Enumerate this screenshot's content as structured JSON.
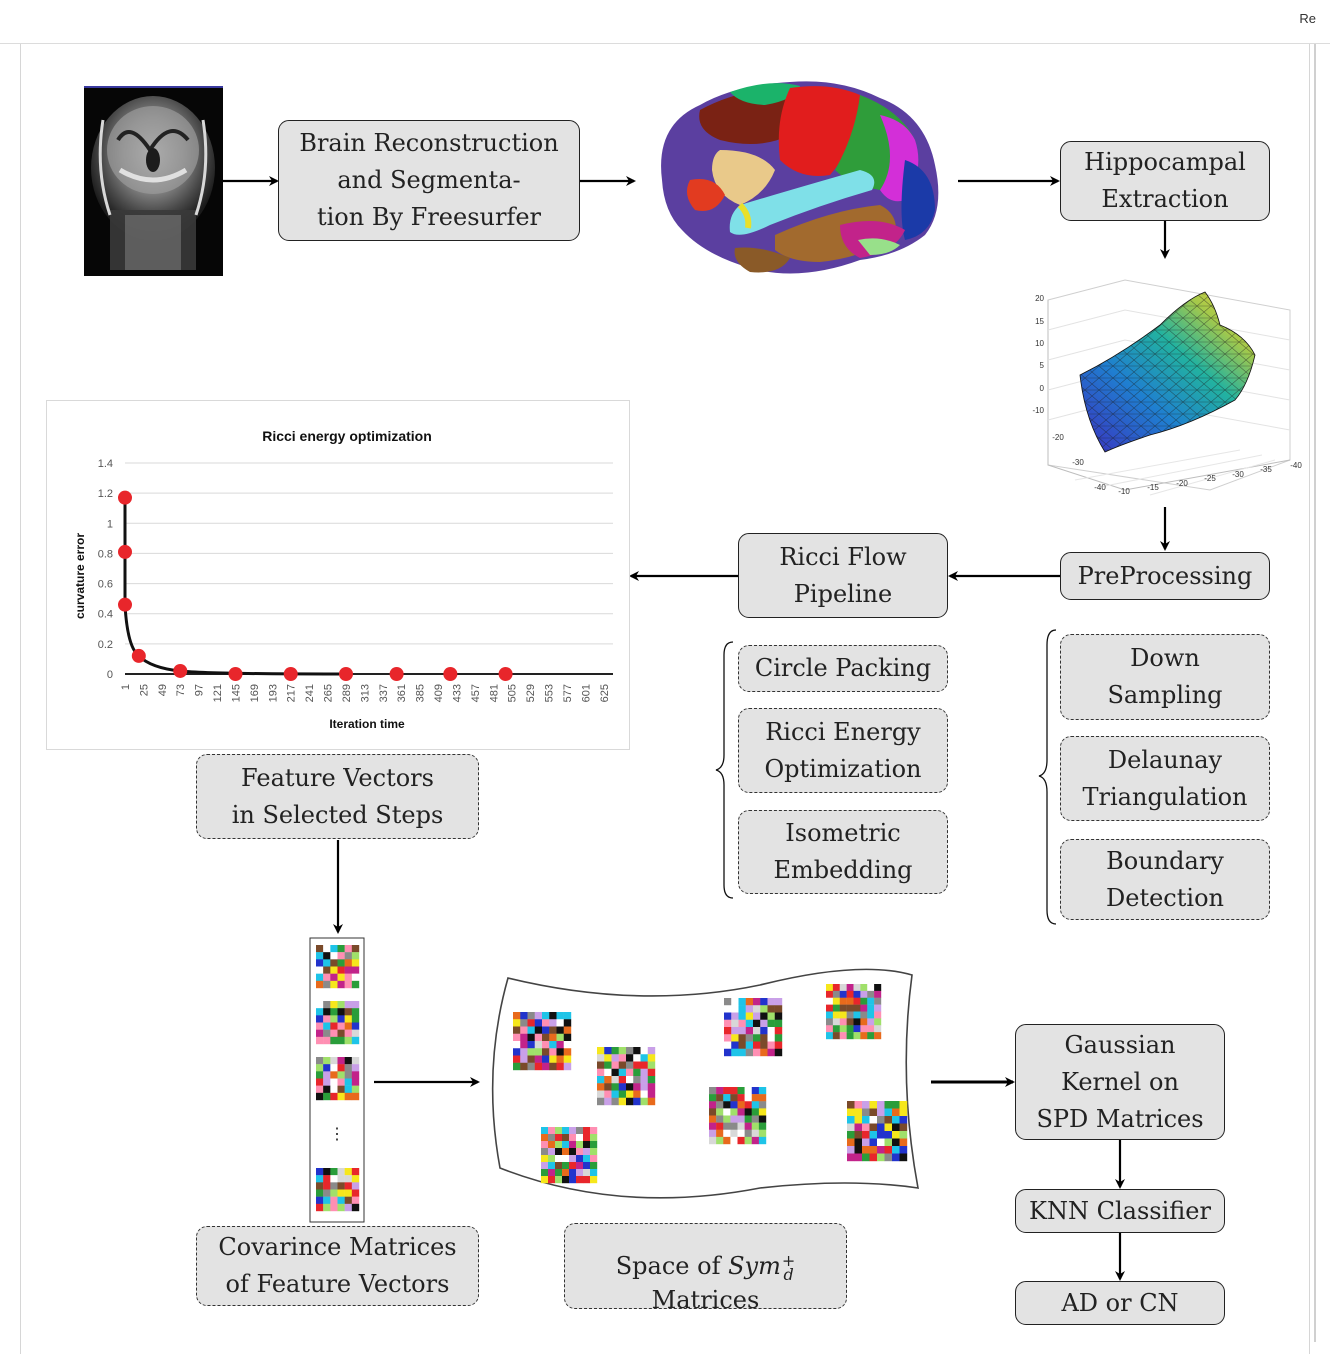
{
  "topbar": {
    "right_text": "Re"
  },
  "boxes": {
    "brain_reconstruction": "Brain Reconstruction\nand Segmenta-\ntion By Freesurfer",
    "hippocampal_extraction": "Hippocampal\nExtraction",
    "preprocessing": "PreProcessing",
    "ricci_flow_pipeline": "Ricci Flow\nPipeline",
    "circle_packing": "Circle Packing",
    "ricci_energy_optimization": "Ricci Energy\nOptimization",
    "isometric_embedding": "Isometric\nEmbedding",
    "down_sampling": "Down\nSampling",
    "delaunay_triangulation": "Delaunay\nTriangulation",
    "boundary_detection": "Boundary\nDetection",
    "feature_vectors": "Feature Vectors\nin Selected Steps",
    "covariance_matrices": "Covarince Matrices\nof Feature Vectors",
    "space_of_sym_prefix": "Space of ",
    "space_of_sym_symbol": "Sym",
    "space_of_sym_sup": "+",
    "space_of_sym_sub": "d",
    "space_of_sym_suffix": "Matrices",
    "gaussian_kernel": "Gaussian\nKernel on\nSPD Matrices",
    "knn_classifier": "KNN Classifier",
    "ad_or_cn": "AD or CN"
  },
  "matrix_stack": {
    "ellipsis": "⋮"
  },
  "mesh_plot": {
    "z_ticks": [
      "20",
      "15",
      "10",
      "5",
      "0",
      "-10"
    ],
    "y_ticks": [
      "-20",
      "-30",
      "-40"
    ],
    "x_ticks": [
      "-10",
      "-15",
      "-20",
      "-25",
      "-30",
      "-35",
      "-40"
    ]
  },
  "chart_data": {
    "type": "scatter",
    "title": "Ricci energy optimization",
    "xlabel": "Iteration time",
    "ylabel": "curvature error",
    "ylim": [
      0,
      1.4
    ],
    "y_ticks": [
      "0",
      "0.2",
      "0.4",
      "0.6",
      "0.8",
      "1",
      "1.2",
      "1.4"
    ],
    "x_ticks": [
      "1",
      "25",
      "49",
      "73",
      "97",
      "121",
      "145",
      "169",
      "193",
      "217",
      "241",
      "265",
      "289",
      "313",
      "337",
      "361",
      "385",
      "409",
      "433",
      "457",
      "481",
      "505",
      "529",
      "553",
      "577",
      "601",
      "625"
    ],
    "x_max": 637,
    "grid": true,
    "legend": "none",
    "curve_color": "#111111",
    "marker_color": "#e8262b",
    "points": [
      {
        "x": 1,
        "y": 1.17
      },
      {
        "x": 1,
        "y": 0.81
      },
      {
        "x": 1,
        "y": 0.46
      },
      {
        "x": 19,
        "y": 0.12
      },
      {
        "x": 73,
        "y": 0.02
      },
      {
        "x": 145,
        "y": 0.0
      },
      {
        "x": 217,
        "y": 0.0
      },
      {
        "x": 289,
        "y": 0.0
      },
      {
        "x": 355,
        "y": 0.0
      },
      {
        "x": 425,
        "y": 0.0
      },
      {
        "x": 497,
        "y": 0.0
      }
    ]
  }
}
